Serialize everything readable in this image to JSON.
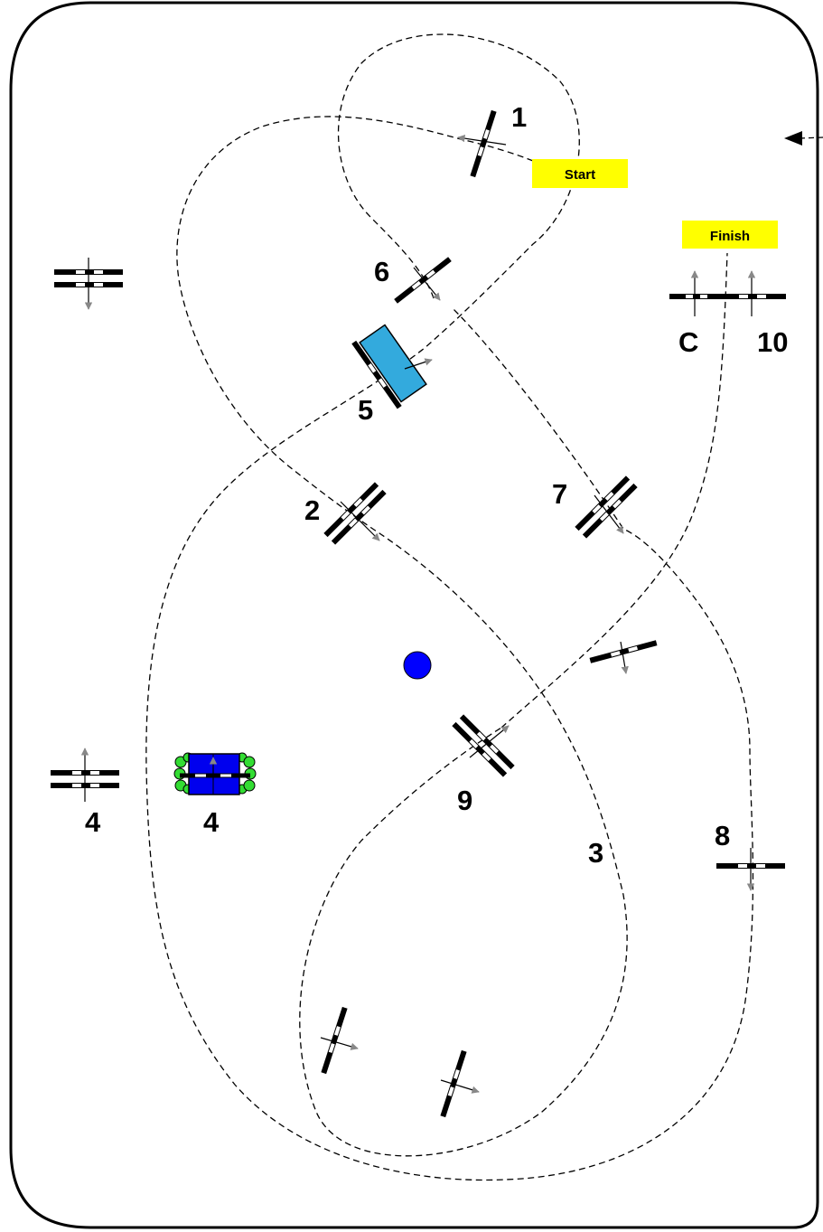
{
  "arena": {
    "start_label": "Start",
    "finish_label": "Finish",
    "start_color": "#ffff00",
    "finish_color": "#ffff00",
    "center_marker_color": "#0000ff"
  },
  "obstacles": {
    "labels": {
      "n1": "1",
      "n2": "2",
      "n3": "3",
      "n4a": "4",
      "n4b": "4",
      "n5": "5",
      "n6": "6",
      "n7": "7",
      "n8": "8",
      "n9": "9",
      "n10": "10",
      "c": "C"
    },
    "fence5_fill": "#33aadd",
    "fence4_fill": "#0000ee",
    "flowers_color": "#33dd33"
  }
}
